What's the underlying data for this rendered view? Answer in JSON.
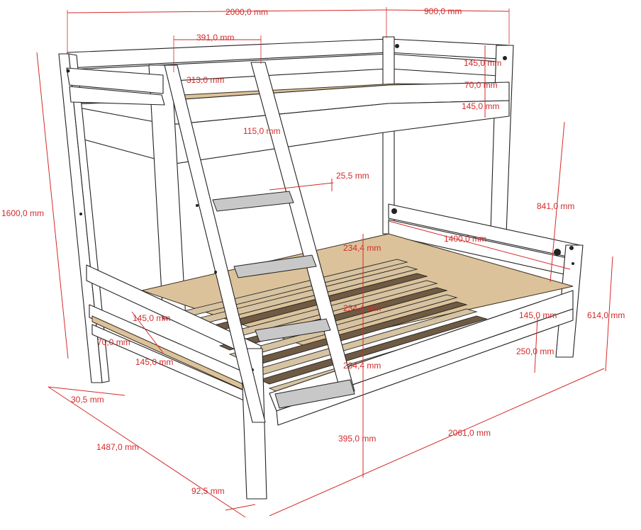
{
  "colors": {
    "dimension": "#d42a2a",
    "frame": "#ffffff",
    "outline": "#222222",
    "plywood": "#dcc29a",
    "slats": "#d6c3a2",
    "ladder_steps": "#c8c8c8"
  },
  "dimensions": {
    "top_length": "2000,0 mm",
    "top_width": "900,0 mm",
    "ladder_width": "391,0 mm",
    "top_rail_high": "145,0 mm",
    "top_rail_gap": "70,0 mm",
    "top_rail_low": "145,0 mm",
    "ladder_step_313": "313,0 mm",
    "ladder_step_115": "115,0 mm",
    "step_thickness": "25,5 mm",
    "total_height": "1600,0 mm",
    "lower_to_upper": "841,0 mm",
    "lower_width": "1400,0 mm",
    "step_gap_top": "234,4 mm",
    "step_gap_mid": "234,4 mm",
    "step_gap_bottom": "234,4 mm",
    "front_rail_high": "145,0 mm",
    "front_rail_gap": "70,0 mm",
    "front_rail_low": "145,0 mm",
    "end_rail": "145,0 mm",
    "foot_height": "250,0 mm",
    "lower_end_height": "614,0 mm",
    "post_offset": "30,5 mm",
    "total_depth": "1487,0 mm",
    "post_width": "92,5 mm",
    "lower_height": "395,0 mm",
    "total_length": "2061,0 mm"
  }
}
